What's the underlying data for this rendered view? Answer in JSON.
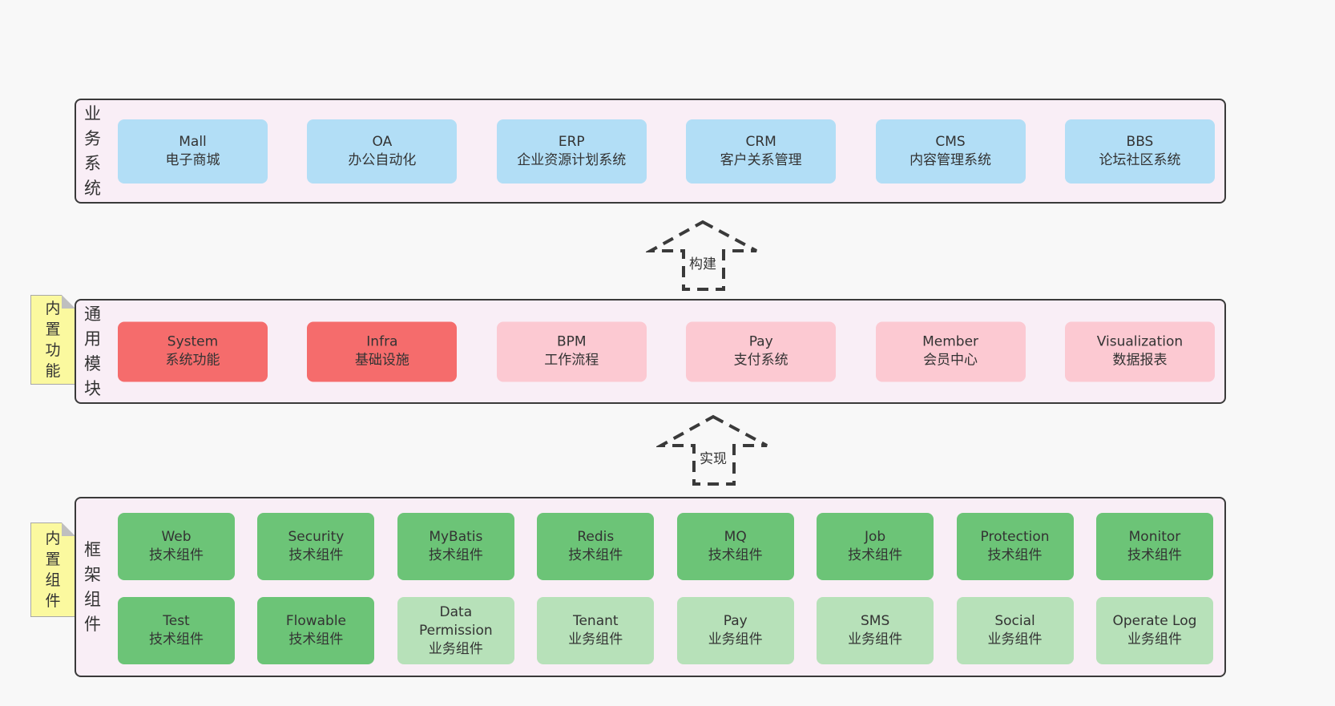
{
  "diagram": {
    "title": "architecture-layers",
    "arrows": [
      {
        "label": "构建"
      },
      {
        "label": "实现"
      }
    ],
    "sections": [
      {
        "label": "业务系统",
        "tab": null,
        "rows": [
          [
            {
              "title": "Mall",
              "subtitle": "电子商城"
            },
            {
              "title": "OA",
              "subtitle": "办公自动化"
            },
            {
              "title": "ERP",
              "subtitle": "企业资源计划系统"
            },
            {
              "title": "CRM",
              "subtitle": "客户关系管理"
            },
            {
              "title": "CMS",
              "subtitle": "内容管理系统"
            },
            {
              "title": "BBS",
              "subtitle": "论坛社区系统"
            }
          ]
        ]
      },
      {
        "label": "通用模块",
        "tab": "内置功能",
        "rows": [
          [
            {
              "title": "System",
              "subtitle": "系统功能"
            },
            {
              "title": "Infra",
              "subtitle": "基础设施"
            },
            {
              "title": "BPM",
              "subtitle": "工作流程"
            },
            {
              "title": "Pay",
              "subtitle": "支付系统"
            },
            {
              "title": "Member",
              "subtitle": "会员中心"
            },
            {
              "title": "Visualization",
              "subtitle": "数据报表"
            }
          ]
        ]
      },
      {
        "label": "框架组件",
        "tab": "内置组件",
        "rows": [
          [
            {
              "title": "Web",
              "subtitle": "技术组件"
            },
            {
              "title": "Security",
              "subtitle": "技术组件"
            },
            {
              "title": "MyBatis",
              "subtitle": "技术组件"
            },
            {
              "title": "Redis",
              "subtitle": "技术组件"
            },
            {
              "title": "MQ",
              "subtitle": "技术组件"
            },
            {
              "title": "Job",
              "subtitle": "技术组件"
            },
            {
              "title": "Protection",
              "subtitle": "技术组件"
            },
            {
              "title": "Monitor",
              "subtitle": "技术组件"
            }
          ],
          [
            {
              "title": "Test",
              "subtitle": "技术组件"
            },
            {
              "title": "Flowable",
              "subtitle": "技术组件"
            },
            {
              "title": "Data Permission",
              "subtitle": "业务组件"
            },
            {
              "title": "Tenant",
              "subtitle": "业务组件"
            },
            {
              "title": "Pay",
              "subtitle": "业务组件"
            },
            {
              "title": "SMS",
              "subtitle": "业务组件"
            },
            {
              "title": "Social",
              "subtitle": "业务组件"
            },
            {
              "title": "Operate Log",
              "subtitle": "业务组件"
            }
          ]
        ]
      }
    ],
    "colors": {
      "page_bg": "#f8f8f8",
      "section_bg": "#f9eef6",
      "section_border": "#3a3a3a",
      "box_blue": "#b2def6",
      "box_red": "#f56c6c",
      "box_pink": "#fcc9d2",
      "box_green": "#6cc477",
      "box_light_green": "#b7e1b9",
      "tab_yellow": "#fbf99f",
      "text": "#333333"
    }
  }
}
